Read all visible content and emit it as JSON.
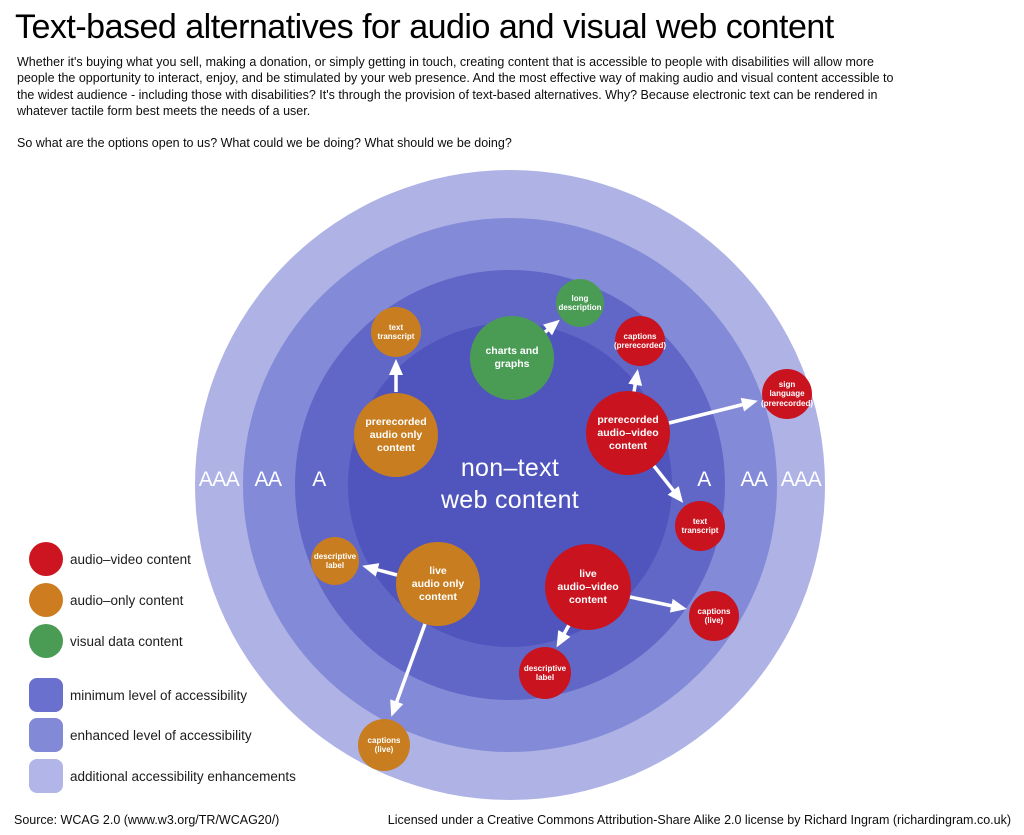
{
  "header": {
    "title": "Text-based alternatives for audio and visual web content",
    "intro": "Whether it's buying what you sell, making a donation, or simply getting in touch, creating content that is accessible to people with disabilities will allow more people the opportunity to interact, enjoy, and be stimulated by your web presence. And the most effective way of making audio and visual content accessible to the widest audience - including those with disabilities? It's through the provision of text-based alternatives. Why? Because electronic text can be rendered in whatever tactile form best meets the needs of a user.",
    "question": "So what are the options open to us? What could we be doing? What should we be doing?"
  },
  "diagram": {
    "center_label": "non–text\nweb content",
    "levels_left": [
      "AAA",
      "AA",
      "A"
    ],
    "levels_right": [
      "A",
      "AA",
      "AAA"
    ],
    "rings": [
      {
        "level": "AAA",
        "meaning": "additional accessibility enhancements",
        "color": "#aeb2e5"
      },
      {
        "level": "AA",
        "meaning": "enhanced level of accessibility",
        "color": "#838ad7"
      },
      {
        "level": "A",
        "meaning": "minimum level of accessibility",
        "color": "#6167c6"
      },
      {
        "level": "core",
        "meaning": "non-text web content",
        "color": "#4f55bd"
      }
    ],
    "bubbles": [
      {
        "label": "text\ntranscript",
        "type": "audio-only content",
        "color": "#c87e20"
      },
      {
        "label": "prerecorded\naudio only\ncontent",
        "type": "audio-only content",
        "color": "#c87e20"
      },
      {
        "label": "charts and\ngraphs",
        "type": "visual data content",
        "color": "#4a9c55"
      },
      {
        "label": "long\ndescription",
        "type": "visual data content",
        "color": "#4a9c55"
      },
      {
        "label": "captions\n(prerecorded)",
        "type": "audio-video content",
        "color": "#c9131f"
      },
      {
        "label": "prerecorded\naudio–video\ncontent",
        "type": "audio-video content",
        "color": "#c9131f"
      },
      {
        "label": "sign language\n(prerecorded)",
        "type": "audio-video content",
        "color": "#c9131f"
      },
      {
        "label": "text\ntranscript",
        "type": "audio-video content",
        "color": "#c9131f"
      },
      {
        "label": "descriptive\nlabel",
        "type": "audio-only content",
        "color": "#c87e20"
      },
      {
        "label": "live\naudio only\ncontent",
        "type": "audio-only content",
        "color": "#c87e20"
      },
      {
        "label": "live\naudio–video\ncontent",
        "type": "audio-video content",
        "color": "#c9131f"
      },
      {
        "label": "captions\n(live)",
        "type": "audio-video content",
        "color": "#c9131f"
      },
      {
        "label": "descriptive\nlabel",
        "type": "audio-video content",
        "color": "#c9131f"
      },
      {
        "label": "captions\n(live)",
        "type": "audio-only content",
        "color": "#c87e20"
      }
    ],
    "connections": [
      {
        "from": "prerecorded audio only content",
        "to": "text transcript"
      },
      {
        "from": "charts and graphs",
        "to": "long description"
      },
      {
        "from": "prerecorded audio–video content",
        "to": "captions (prerecorded)"
      },
      {
        "from": "prerecorded audio–video content",
        "to": "sign language (prerecorded)"
      },
      {
        "from": "prerecorded audio–video content",
        "to": "text transcript"
      },
      {
        "from": "live audio only content",
        "to": "descriptive label"
      },
      {
        "from": "live audio only content",
        "to": "captions (live)"
      },
      {
        "from": "live audio–video content",
        "to": "captions (live)"
      },
      {
        "from": "live audio–video content",
        "to": "descriptive label"
      }
    ]
  },
  "legend": {
    "items": [
      {
        "label": "audio–video content",
        "swatch": "circle",
        "color": "#cc1520"
      },
      {
        "label": "audio–only content",
        "swatch": "circle",
        "color": "#cd7d20"
      },
      {
        "label": "visual data content",
        "swatch": "circle",
        "color": "#4a9c55"
      },
      {
        "label": "minimum level of accessibility",
        "swatch": "square",
        "color": "#6a70cd"
      },
      {
        "label": "enhanced level of accessibility",
        "swatch": "square",
        "color": "#8289d6"
      },
      {
        "label": "additional accessibility enhancements",
        "swatch": "square",
        "color": "#b2b5e7"
      }
    ]
  },
  "footer": {
    "source": "Source: WCAG 2.0 (www.w3.org/TR/WCAG20/)",
    "license": "Licensed under a Creative Commons Attribution-Share Alike 2.0 license by Richard Ingram (richardingram.co.uk)"
  },
  "colors": {
    "audio_video": "#c9131f",
    "audio_only": "#c87e20",
    "visual_data": "#4a9c55",
    "ring_core": "#4f55bd",
    "ring_a": "#6167c6",
    "ring_aa": "#838ad7",
    "ring_aaa": "#aeb2e5",
    "arrow": "#ffffff",
    "background": "#ffffff"
  }
}
